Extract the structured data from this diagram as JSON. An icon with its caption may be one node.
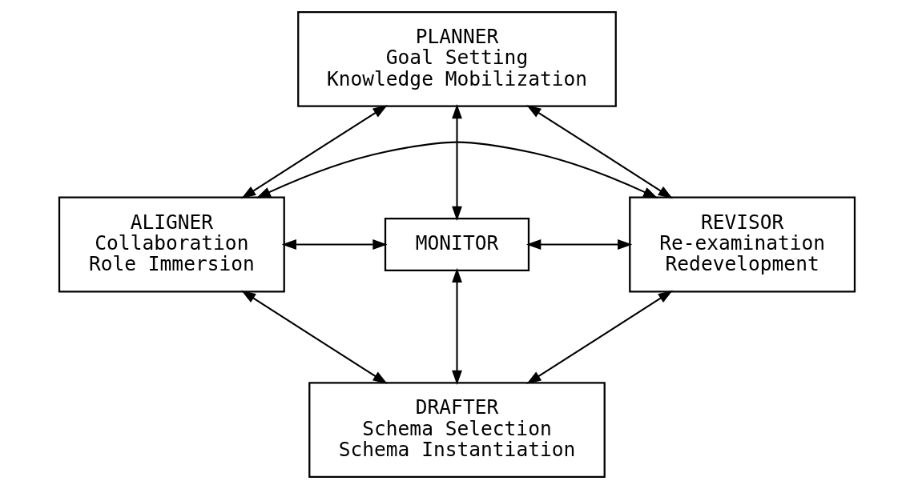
{
  "diagram": {
    "nodes": [
      {
        "text": [
          "PLANNER",
          "Goal Setting",
          "Knowledge Mobilization"
        ]
      },
      {
        "text": [
          "ALIGNER",
          "Collaboration",
          "Role Immersion"
        ]
      },
      {
        "text": [
          "MONITOR"
        ]
      },
      {
        "text": [
          "REVISOR",
          "Re-examination",
          "Redevelopment"
        ]
      },
      {
        "text": [
          "DRAFTER",
          "Schema Selection",
          "Schema Instantiation"
        ]
      }
    ],
    "edges": [
      {
        "from": 0,
        "to": 1,
        "arrow": "both"
      },
      {
        "from": 0,
        "to": 2,
        "arrow": "both"
      },
      {
        "from": 0,
        "to": 3,
        "arrow": "both"
      },
      {
        "from": 1,
        "to": 2,
        "arrow": "both"
      },
      {
        "from": 2,
        "to": 3,
        "arrow": "both"
      },
      {
        "from": 1,
        "to": 3,
        "arrow": "both"
      },
      {
        "from": 2,
        "to": 4,
        "arrow": "both"
      },
      {
        "from": 1,
        "to": 4,
        "arrow": "both"
      },
      {
        "from": 3,
        "to": 4,
        "arrow": "both"
      }
    ]
  }
}
